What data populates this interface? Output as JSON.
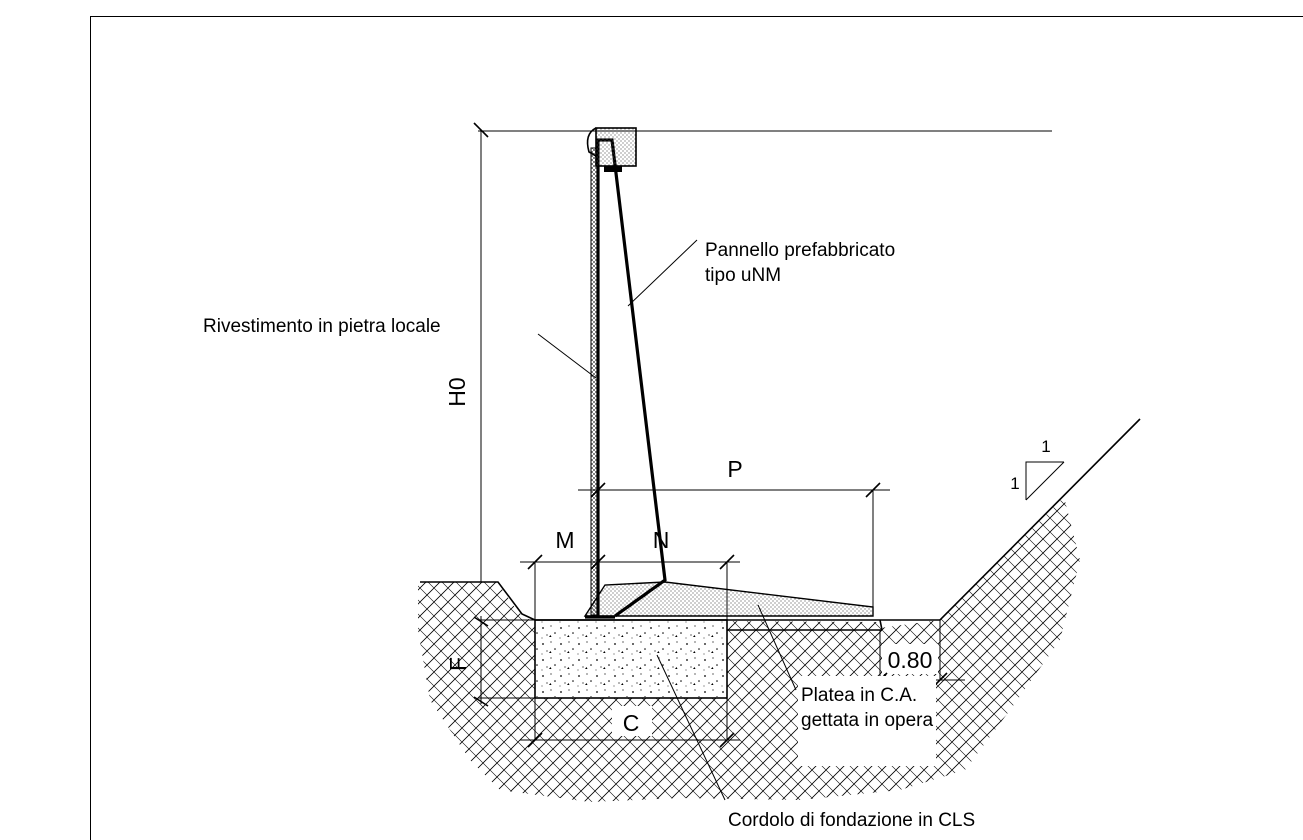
{
  "labels": {
    "panel_line1": "Pannello prefabbricato",
    "panel_line2": "tipo uNM",
    "cladding": "Rivestimento in pietra locale",
    "slab_line1": "Platea in C.A.",
    "slab_line2": "gettata in opera",
    "footing": "Cordolo di fondazione in CLS"
  },
  "dimensions": {
    "h0": "H0",
    "p": "P",
    "m": "M",
    "n": "N",
    "f": "F",
    "c": "C",
    "gap": "0.80"
  },
  "slope": {
    "rise": "1",
    "run": "1"
  }
}
